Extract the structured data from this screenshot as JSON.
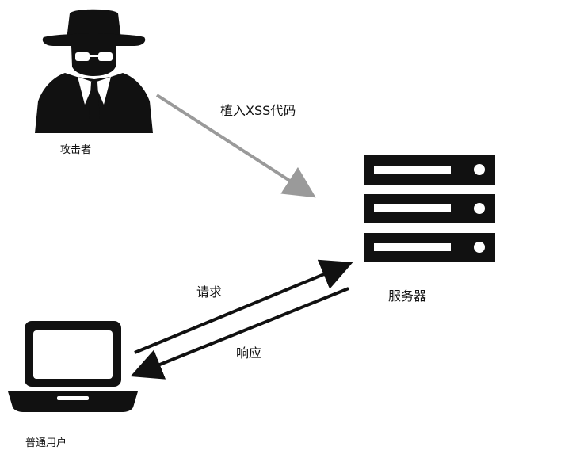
{
  "nodes": {
    "attacker": {
      "label": "攻击者",
      "icon": "spy-icon"
    },
    "server": {
      "label": "服务器",
      "icon": "server-rack-icon"
    },
    "user": {
      "label": "普通用户",
      "icon": "laptop-icon"
    }
  },
  "edges": {
    "inject": {
      "label": "植入XSS代码",
      "from": "attacker",
      "to": "server",
      "color": "#9a9a9a"
    },
    "request": {
      "label": "请求",
      "from": "user",
      "to": "server",
      "color": "#111111"
    },
    "response": {
      "label": "响应",
      "from": "server",
      "to": "user",
      "color": "#111111"
    }
  }
}
